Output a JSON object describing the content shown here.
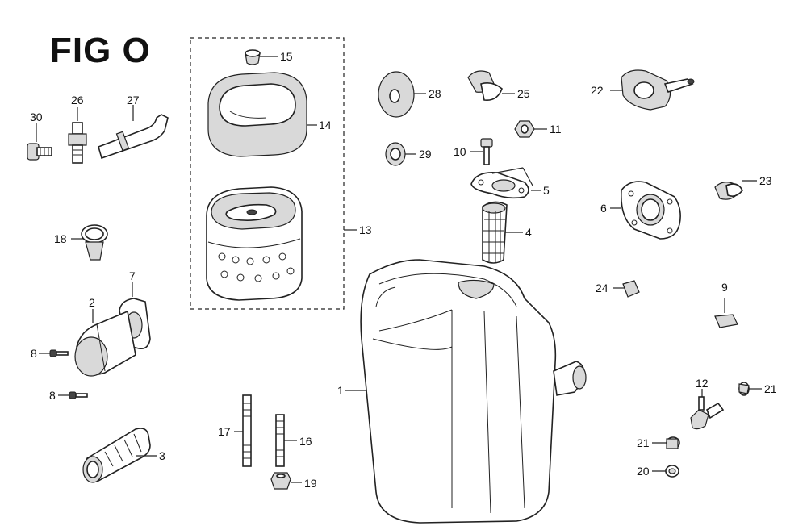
{
  "figure": {
    "title": "FIG O"
  },
  "callouts": {
    "c1": "1",
    "c2": "2",
    "c3": "3",
    "c4": "4",
    "c5": "5",
    "c6": "6",
    "c7": "7",
    "c8a": "8",
    "c8b": "8",
    "c9": "9",
    "c10": "10",
    "c11": "11",
    "c12": "12",
    "c13": "13",
    "c14": "14",
    "c15": "15",
    "c16": "16",
    "c17": "17",
    "c18": "18",
    "c19": "19",
    "c20": "20",
    "c21a": "21",
    "c21b": "21",
    "c22": "22",
    "c23": "23",
    "c24": "24",
    "c25": "25",
    "c26": "26",
    "c27": "27",
    "c28": "28",
    "c29": "29",
    "c30": "30"
  }
}
